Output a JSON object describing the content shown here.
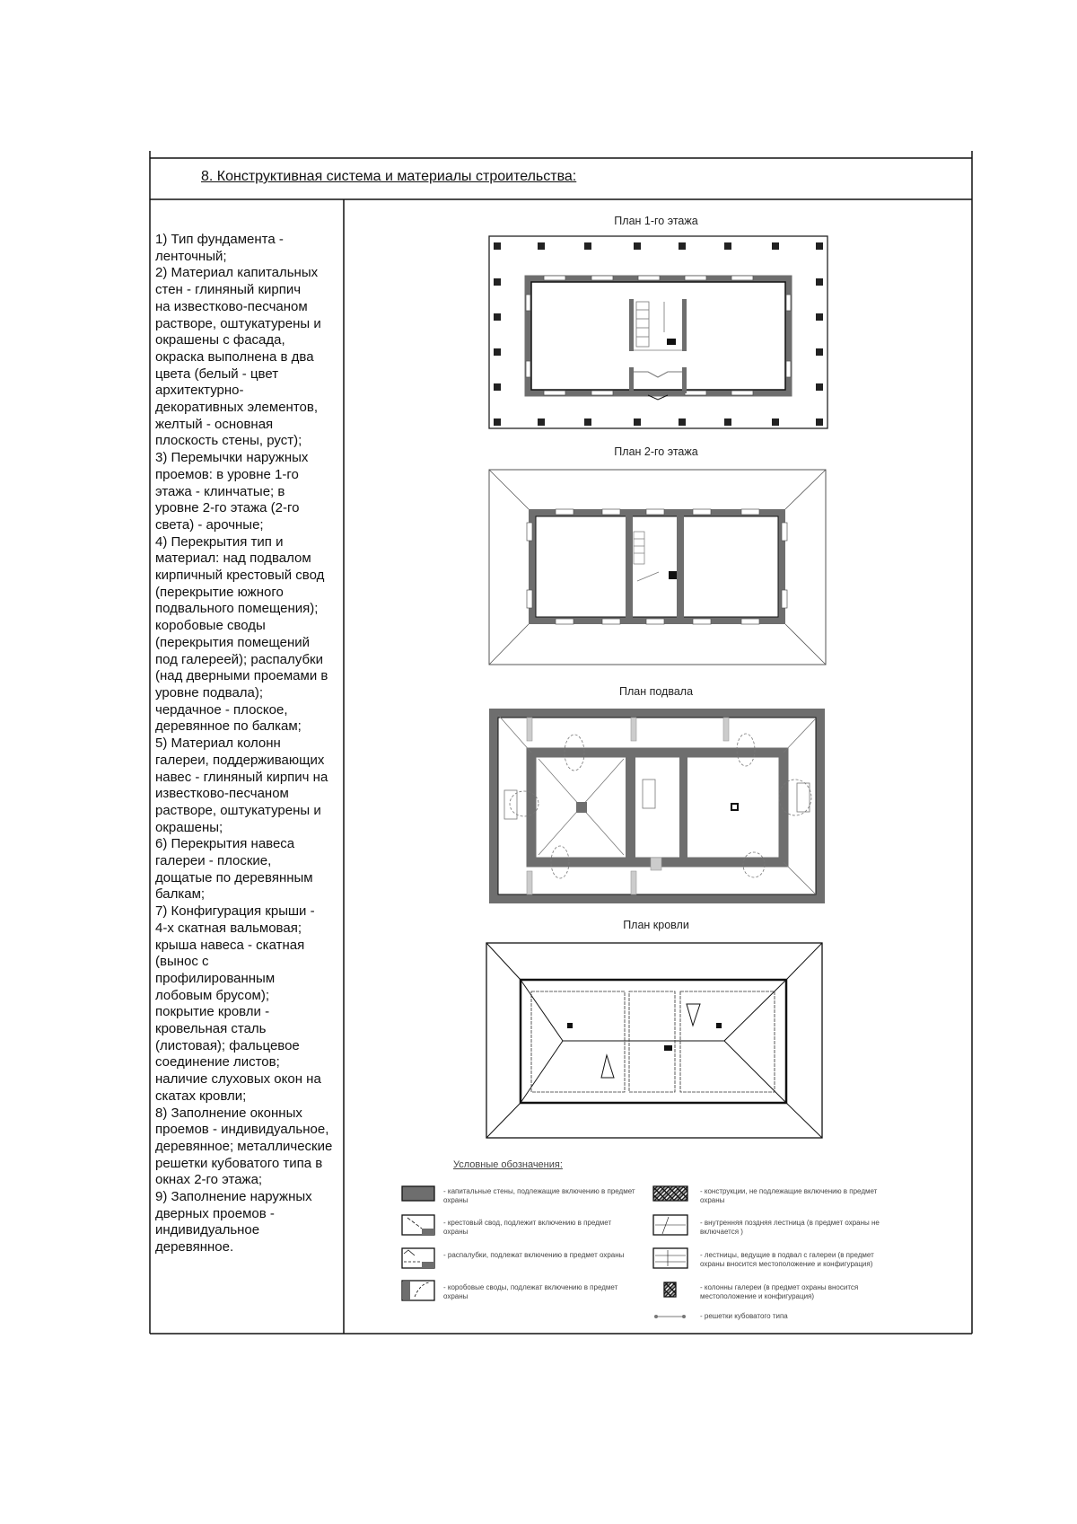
{
  "section_title": "8. Конструктивная система и материалы строительства:",
  "description_lines": [
    "1) Тип фундамента -",
    "ленточный;",
    "2) Материал капитальных",
    "стен   -  глиняный кирпич",
    "на известково-песчаном",
    "растворе, оштукатурены и",
    "окрашены с фасада,",
    "окраска выполнена в два",
    "цвета (белый - цвет",
    "архитектурно-",
    "декоративных элементов,",
    "желтый - основная",
    "плоскость стены, руст);",
    "3) Перемычки наружных",
    "проемов: в уровне 1-го",
    "этажа - клинчатые; в",
    "уровне 2-го этажа (2-го",
    "света) - арочные;",
    "4) Перекрытия тип и",
    "материал: над подвалом",
    "кирпичный крестовый свод",
    "(перекрытие южного",
    "подвального помещения);",
    "коробовые своды",
    "(перекрытия помещений",
    "под галереей); распалубки",
    "(над дверными проемами в",
    "уровне подвала);",
    "чердачное - плоское,",
    "деревянное по балкам;",
    "5) Материал колонн",
    "галереи, поддерживающих",
    "навес - глиняный кирпич на",
    "известково-песчаном",
    "растворе, оштукатурены и",
    "окрашены;",
    "6) Перекрытия навеса",
    "галереи - плоские,",
    "дощатые по деревянным",
    "балкам;",
    "7) Конфигурация крыши -",
    "4-х скатная вальмовая;",
    "крыша навеса - скатная",
    "(вынос с",
    "профилированным",
    "лобовым брусом);",
    "покрытие кровли -",
    "кровельная сталь",
    "(листовая); фальцевое",
    "соединение листов;",
    "наличие слуховых окон на",
    "скатах кровли;",
    "8) Заполнение оконных",
    "проемов - индивидуальное,",
    "деревянное; металлические",
    "решетки кубоватого типа в",
    "окнах 2-го этажа;",
    "9) Заполнение наружных",
    "дверных проемов -",
    "индивидуальное",
    "деревянное."
  ],
  "plans": {
    "floor1": "План 1-го этажа",
    "floor2": "План 2-го этажа",
    "basement": "План подвала",
    "roof": "План кровли"
  },
  "legend": {
    "title": "Условные обозначения:",
    "items": [
      {
        "icon": "capital-wall-swatch",
        "text": "- капитальные стены, подлежащие включению в предмет охраны"
      },
      {
        "icon": "non-protected-hatch-swatch",
        "text": "- конструкции, не подлежащие включению в предмет охраны"
      },
      {
        "icon": "cross-vault-swatch",
        "text": "- крестовый свод, подлежит включению в предмет охраны"
      },
      {
        "icon": "late-stair-swatch",
        "text": "- внутренняя поздняя лестница  (в предмет охраны не включается )"
      },
      {
        "icon": "lunette-swatch",
        "text": "- распалубки, подлежат включению в предмет охраны"
      },
      {
        "icon": "basement-stair-swatch",
        "text": "- лестницы, ведущие в подвал с галереи (в предмет охраны вносится местоположение и конфигурация)"
      },
      {
        "icon": "barrel-vault-swatch",
        "text": "- коробовые своды, подлежат включению в предмет охраны"
      },
      {
        "icon": "gallery-column-swatch",
        "text": "- колонны галереи (в предмет охраны вносится местоположение и конфигурация)"
      },
      {
        "icon": "grille-line-swatch",
        "text": "- решетки кубоватого типа"
      }
    ]
  },
  "colors": {
    "wall": "#6e6e6e",
    "line": "#111111",
    "legend_text": "#444444"
  }
}
